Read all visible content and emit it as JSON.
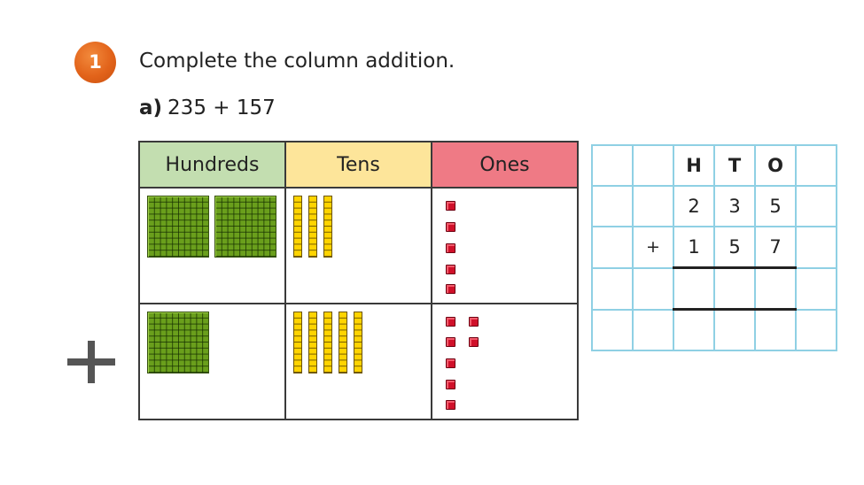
{
  "question": {
    "number": "1",
    "title": "Complete the column addition.",
    "part_label": "a)",
    "part_expression": "235 + 157"
  },
  "place_value_chart": {
    "headers": [
      "Hundreds",
      "Tens",
      "Ones"
    ],
    "header_colors": [
      "#c3deb0",
      "#fde59a",
      "#ef7a85"
    ],
    "rows": [
      {
        "hundreds": 2,
        "tens": 3,
        "ones": 5
      },
      {
        "hundreds": 1,
        "tens": 5,
        "ones": 7
      }
    ],
    "operator_symbol": "+"
  },
  "column_grid": {
    "headers": [
      "H",
      "T",
      "O"
    ],
    "addend_1": [
      "2",
      "3",
      "5"
    ],
    "operator": "+",
    "addend_2": [
      "1",
      "5",
      "7"
    ],
    "answer": [
      "",
      "",
      ""
    ]
  }
}
